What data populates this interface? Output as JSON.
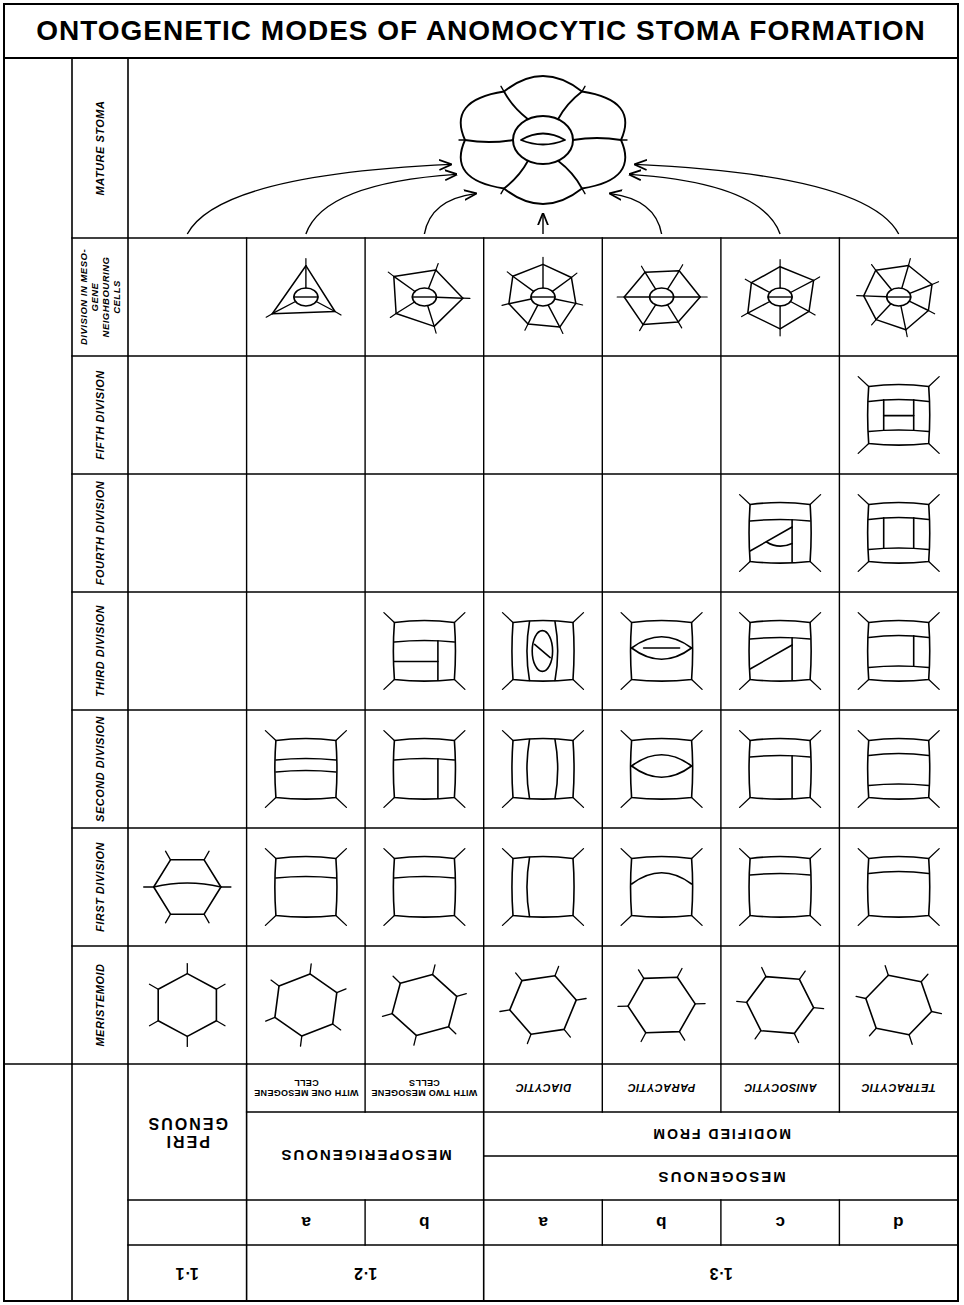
{
  "diagram": {
    "title": "ONTOGENETIC MODES OF ANOMOCYTIC STOMA FORMATION",
    "labels": [
      "MERISTEMOID",
      "FIRST DIVISION",
      "SECOND DIVISION",
      "THIRD DIVISION",
      "FOURTH DIVISION",
      "FIFTH DIVISION",
      "DIVISION IN MESO-GENE NEIGHBOURING CELLS",
      "MATURE STOMA",
      "PERI GENOUS",
      "WITH ONE MESOGENE CELL",
      "WITH TWO MESOGENE CELLS",
      "MESOPERIGENOUS",
      "DIACYTIC",
      "PARACYTIC",
      "ANISOCYTIC",
      "TETRACYTIC",
      "MODIFIED FROM",
      "MESOGENOUS",
      "a",
      "b",
      "a",
      "b",
      "c",
      "d",
      "1·1",
      "1·2",
      "1·3"
    ]
  }
}
